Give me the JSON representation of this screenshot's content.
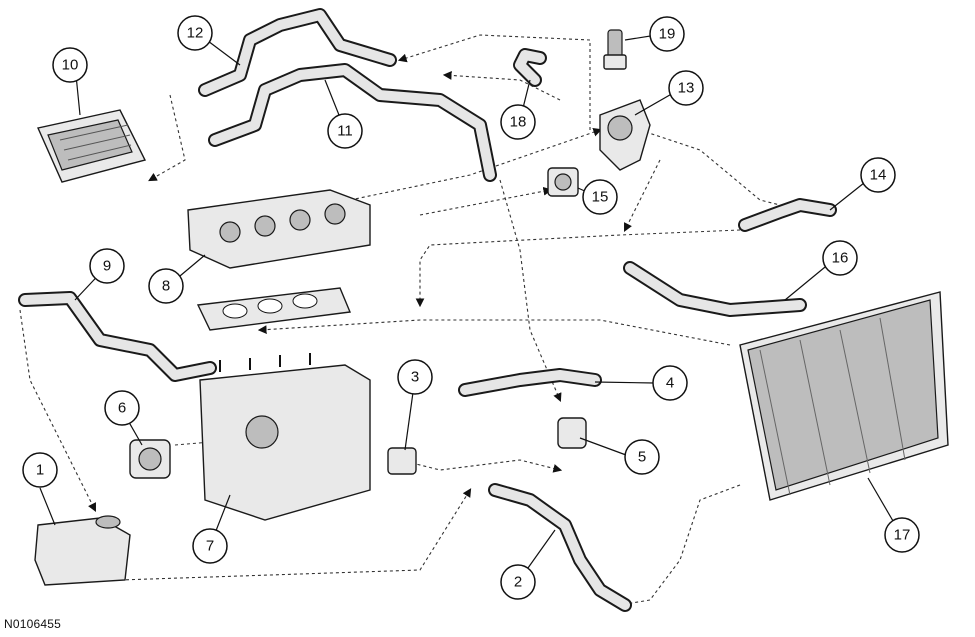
{
  "figure_id": "N0106455",
  "callouts": [
    "1",
    "2",
    "3",
    "4",
    "5",
    "6",
    "7",
    "8",
    "9",
    "10",
    "11",
    "12",
    "13",
    "14",
    "15",
    "16",
    "17",
    "18",
    "19"
  ]
}
